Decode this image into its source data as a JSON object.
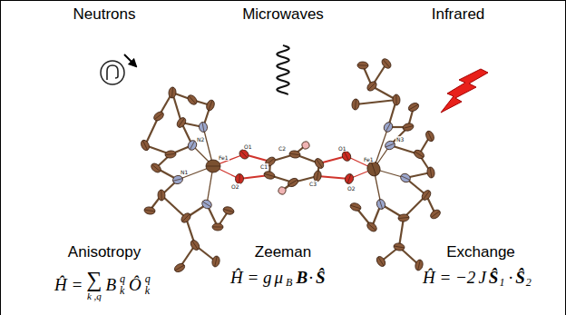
{
  "diagram": {
    "labels": [
      "Neutrons",
      "Microwaves",
      "Infrared",
      "Fe1",
      "N2",
      "N1",
      "O1",
      "O2",
      "C1",
      "C2",
      "C3",
      "O1",
      "O2",
      "Fe1",
      "N3",
      "Anisotropy",
      "Zeeman",
      "Exchange",
      "Ĥ =",
      "∑",
      "k ,q",
      "B",
      "q",
      "k",
      "Ô",
      "q",
      "k",
      "Ĥ = g",
      "μ",
      "B",
      "B",
      "·",
      "Ŝ",
      "Ĥ = −2",
      "J",
      "Ŝ",
      "1",
      "·",
      "Ŝ",
      "2"
    ]
  }
}
